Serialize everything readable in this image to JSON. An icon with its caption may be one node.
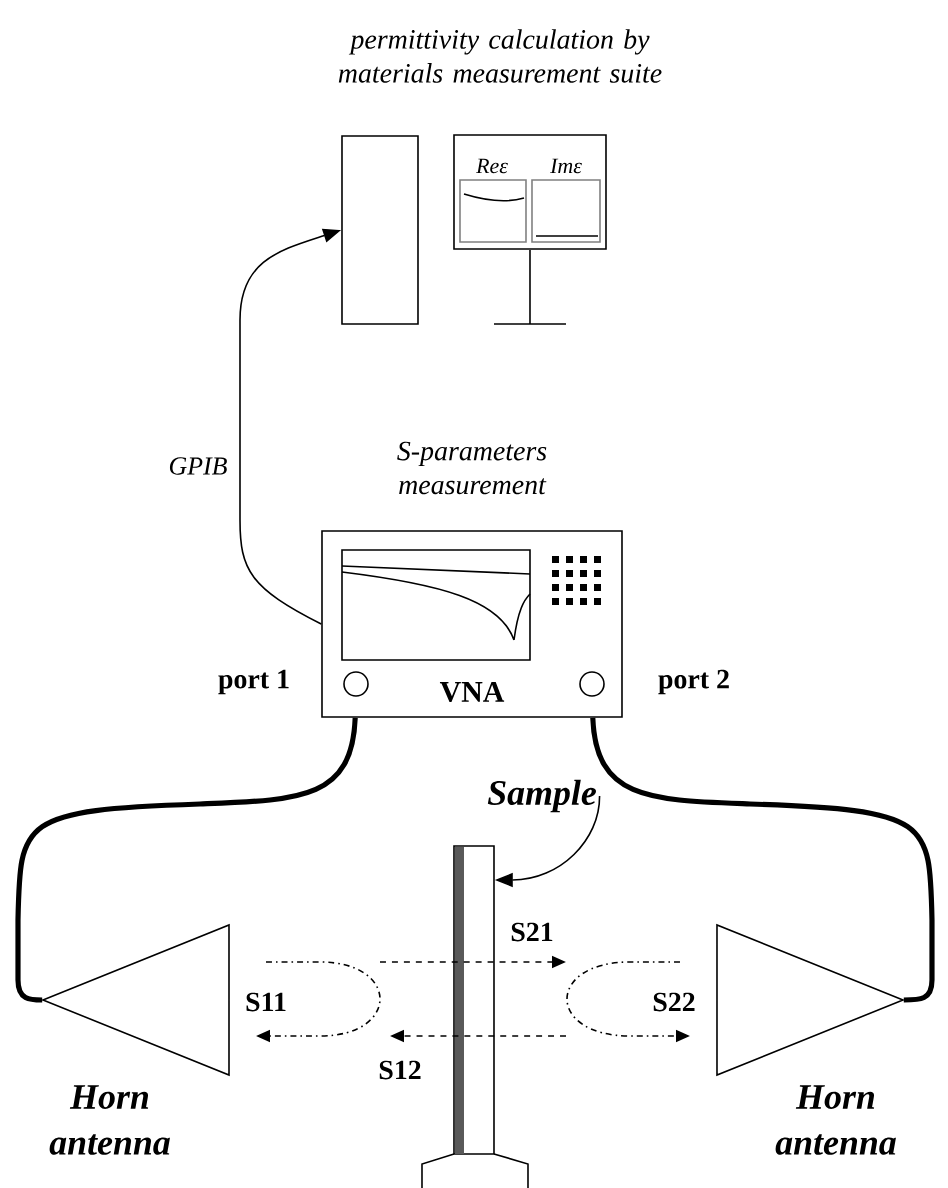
{
  "diagram": {
    "nodes": [
      {
        "text": [],
        "shape": "box"
      },
      {
        "text": [
          "Reε",
          "Imε"
        ]
      },
      {
        "text": [
          "VNA"
        ],
        "beside": [
          "S-parameters measurement",
          "port 1",
          "port 2"
        ]
      },
      {
        "text": [],
        "shape": "triangle",
        "beside": [
          "Horn antenna"
        ]
      },
      {
        "text": [],
        "shape": "triangle",
        "beside": [
          "Horn antenna"
        ]
      },
      {
        "text": [],
        "shape": "bar"
      },
      {
        "text": [
          "Sample"
        ]
      }
    ],
    "edges": [
      {
        "from": 2,
        "to": 0,
        "arrow": "to",
        "label": "GPIB"
      },
      {
        "from": 2,
        "to": 3,
        "arrow": "none",
        "style": "thick"
      },
      {
        "from": 2,
        "to": 4,
        "arrow": "none",
        "style": "thick"
      },
      {
        "from": 6,
        "to": 5,
        "arrow": "to"
      }
    ],
    "labels": [
      "permittivity calculation by materials measurement suite",
      "S21",
      "S11",
      "S22",
      "S12"
    ]
  }
}
